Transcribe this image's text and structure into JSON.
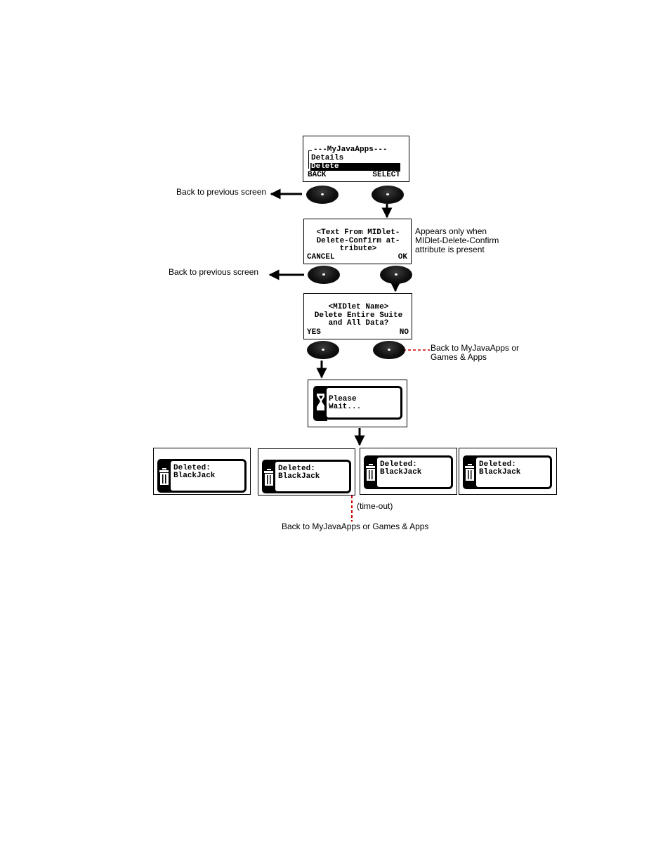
{
  "screen1": {
    "title": "---MyJavaApps---",
    "item1": "Details",
    "item2": "Delete",
    "left_softkey": "BACK",
    "right_softkey": "SELECT"
  },
  "screen2": {
    "line1": "<Text From MIDlet-",
    "line2": "Delete-Confirm at-",
    "line3": "tribute>",
    "left_softkey": "CANCEL",
    "right_softkey": "OK"
  },
  "screen3": {
    "line1": "<MIDlet Name>",
    "line2": "Delete Entire Suite",
    "line3": "and All Data?",
    "left_softkey": "YES",
    "right_softkey": "NO"
  },
  "wait_screen": {
    "line1": "Please",
    "line2": "Wait..."
  },
  "deleted_frames": [
    {
      "line1": "Deleted:",
      "line2": "BlackJack"
    },
    {
      "line1": "Deleted:",
      "line2": "BlackJack"
    },
    {
      "line1": "Deleted:",
      "line2": "BlackJack"
    },
    {
      "line1": "Deleted:",
      "line2": "BlackJack"
    }
  ],
  "annotations": {
    "back1": "Back to previous screen",
    "back2": "Back to previous screen",
    "appears_line1": "Appears only when",
    "appears_line2": "MIDlet-Delete-Confirm",
    "appears_line3": "attribute is present",
    "no_back_line1": "Back to MyJavaApps or",
    "no_back_line2": "Games & Apps",
    "timeout": "(time-out)",
    "final_back": "Back to MyJavaApps or Games & Apps"
  },
  "colors": {
    "dashed_connector": "#cc0000",
    "highlight": "#000000"
  }
}
